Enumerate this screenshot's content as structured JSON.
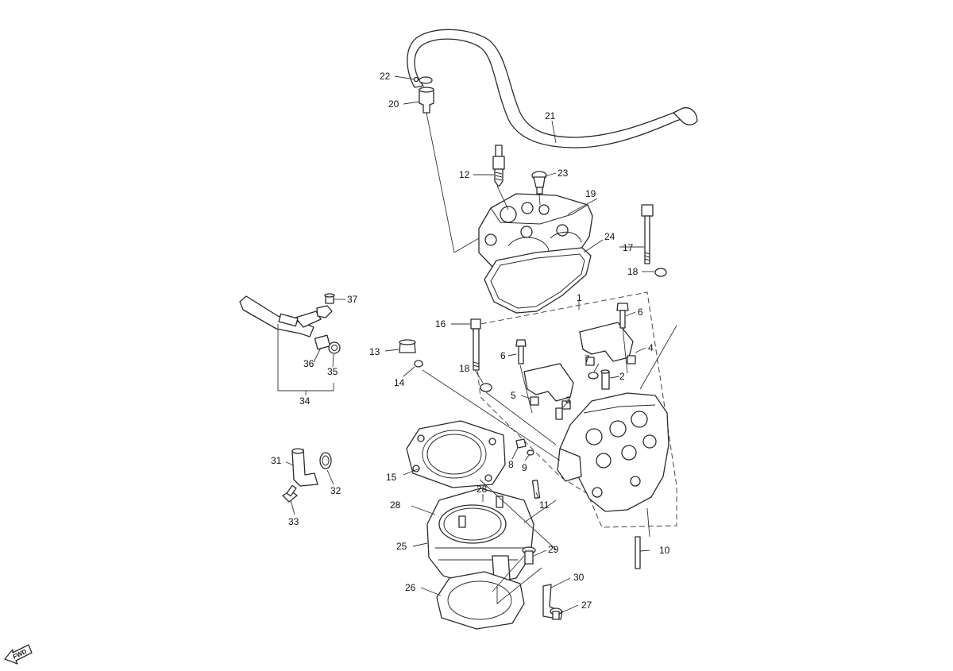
{
  "callouts": [
    {
      "id": "c22",
      "text": "22"
    },
    {
      "id": "c20",
      "text": "20"
    },
    {
      "id": "c21",
      "text": "21"
    },
    {
      "id": "c12",
      "text": "12"
    },
    {
      "id": "c23",
      "text": "23"
    },
    {
      "id": "c19",
      "text": "19"
    },
    {
      "id": "c24",
      "text": "24"
    },
    {
      "id": "c17",
      "text": "17"
    },
    {
      "id": "c18a",
      "text": "18"
    },
    {
      "id": "c1",
      "text": "1"
    },
    {
      "id": "c37",
      "text": "37"
    },
    {
      "id": "c16",
      "text": "16"
    },
    {
      "id": "c6a",
      "text": "6"
    },
    {
      "id": "c6b",
      "text": "6"
    },
    {
      "id": "c4",
      "text": "4"
    },
    {
      "id": "c13",
      "text": "13"
    },
    {
      "id": "c7",
      "text": "7"
    },
    {
      "id": "c2",
      "text": "2"
    },
    {
      "id": "c36",
      "text": "36"
    },
    {
      "id": "c35",
      "text": "35"
    },
    {
      "id": "c18b",
      "text": "18"
    },
    {
      "id": "c14",
      "text": "14"
    },
    {
      "id": "c5",
      "text": "5"
    },
    {
      "id": "c3",
      "text": "3"
    },
    {
      "id": "c34",
      "text": "34"
    },
    {
      "id": "c31",
      "text": "31"
    },
    {
      "id": "c8",
      "text": "8"
    },
    {
      "id": "c9",
      "text": "9"
    },
    {
      "id": "c15",
      "text": "15"
    },
    {
      "id": "c32",
      "text": "32"
    },
    {
      "id": "c28a",
      "text": "28"
    },
    {
      "id": "c11",
      "text": "11"
    },
    {
      "id": "c28b",
      "text": "28"
    },
    {
      "id": "c33",
      "text": "33"
    },
    {
      "id": "c25",
      "text": "25"
    },
    {
      "id": "c29",
      "text": "29"
    },
    {
      "id": "c10",
      "text": "10"
    },
    {
      "id": "c30",
      "text": "30"
    },
    {
      "id": "c26",
      "text": "26"
    },
    {
      "id": "c27",
      "text": "27"
    }
  ],
  "fwd_marker": {
    "text": "FWD"
  },
  "icons": {
    "fwd": "fwd-arrow-icon"
  }
}
